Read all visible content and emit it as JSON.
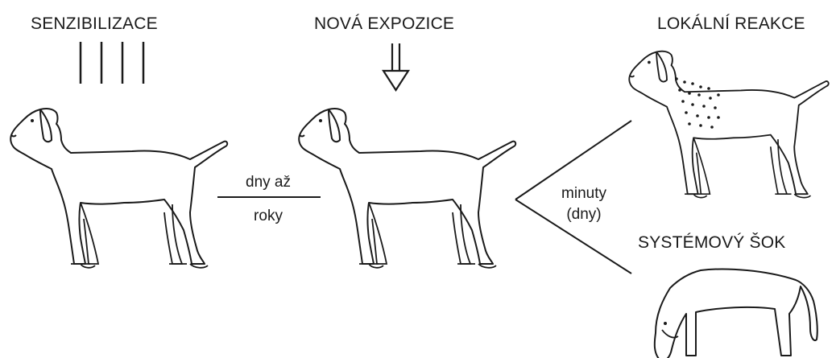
{
  "stages": {
    "sensitization": "SENZIBILIZACE",
    "new_exposure": "NOVÁ EXPOZICE",
    "local_reaction": "LOKÁLNÍ REAKCE",
    "systemic_shock": "SYSTÉMOVÝ ŠOK"
  },
  "intervals": {
    "days_to_years_top": "dny až",
    "days_to_years_bottom": "roky",
    "minutes_top": "minuty",
    "minutes_bottom": "(dny)"
  },
  "colors": {
    "ink": "#1a1a1a",
    "background": "#ffffff"
  },
  "icons": {
    "exposure_bars": "vertical-bars-icon",
    "exposure_arrow": "double-down-arrow-icon",
    "dog": "dog-outline-icon"
  }
}
